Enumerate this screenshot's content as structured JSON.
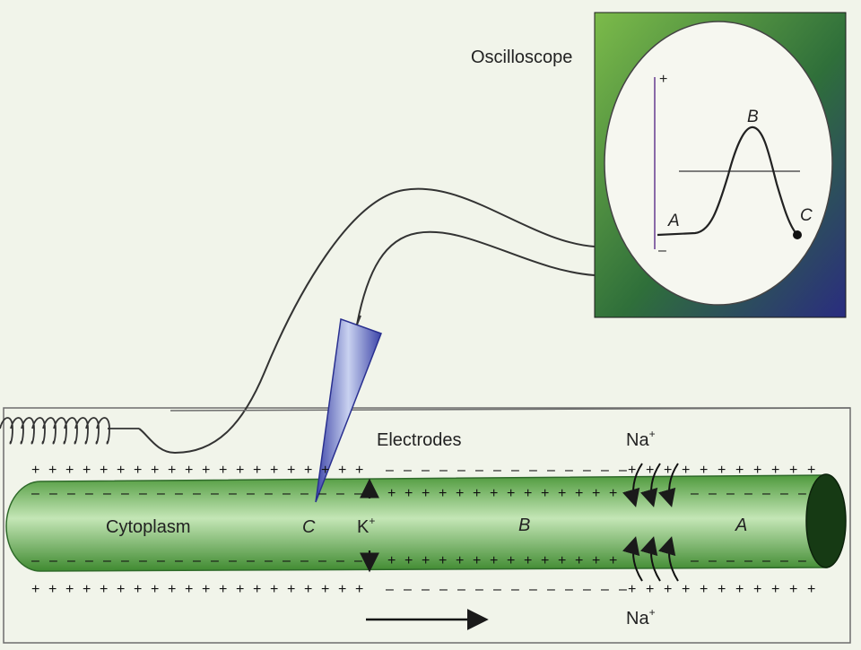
{
  "diagram": {
    "oscilloscope_label": "Oscilloscope",
    "electrodes_label": "Electrodes",
    "cytoplasm_label": "Cytoplasm",
    "trace_points": {
      "a": "A",
      "b": "B",
      "c": "C"
    },
    "axis_plus": "+",
    "axis_minus": "–",
    "region_labels": {
      "c": "C",
      "b": "B",
      "a": "A"
    },
    "potassium": "K",
    "sodium_top": "Na",
    "sodium_bottom": "Na",
    "ion_charge": "+",
    "membrane_outside_positive": "+",
    "membrane_inside_positive": "+",
    "membrane_negative": "–"
  },
  "colors": {
    "background": "#f1f4ea",
    "axon_green": "#5aa744",
    "axon_highlight": "#c4e6b6",
    "axon_end": "#163a14",
    "scope_frame_top": "#79b64a",
    "scope_frame_bottom": "#2c2f7a",
    "screen": "#f6f7f0",
    "electrode_blue": "#4a56b4",
    "ink": "#1a1a1a"
  }
}
